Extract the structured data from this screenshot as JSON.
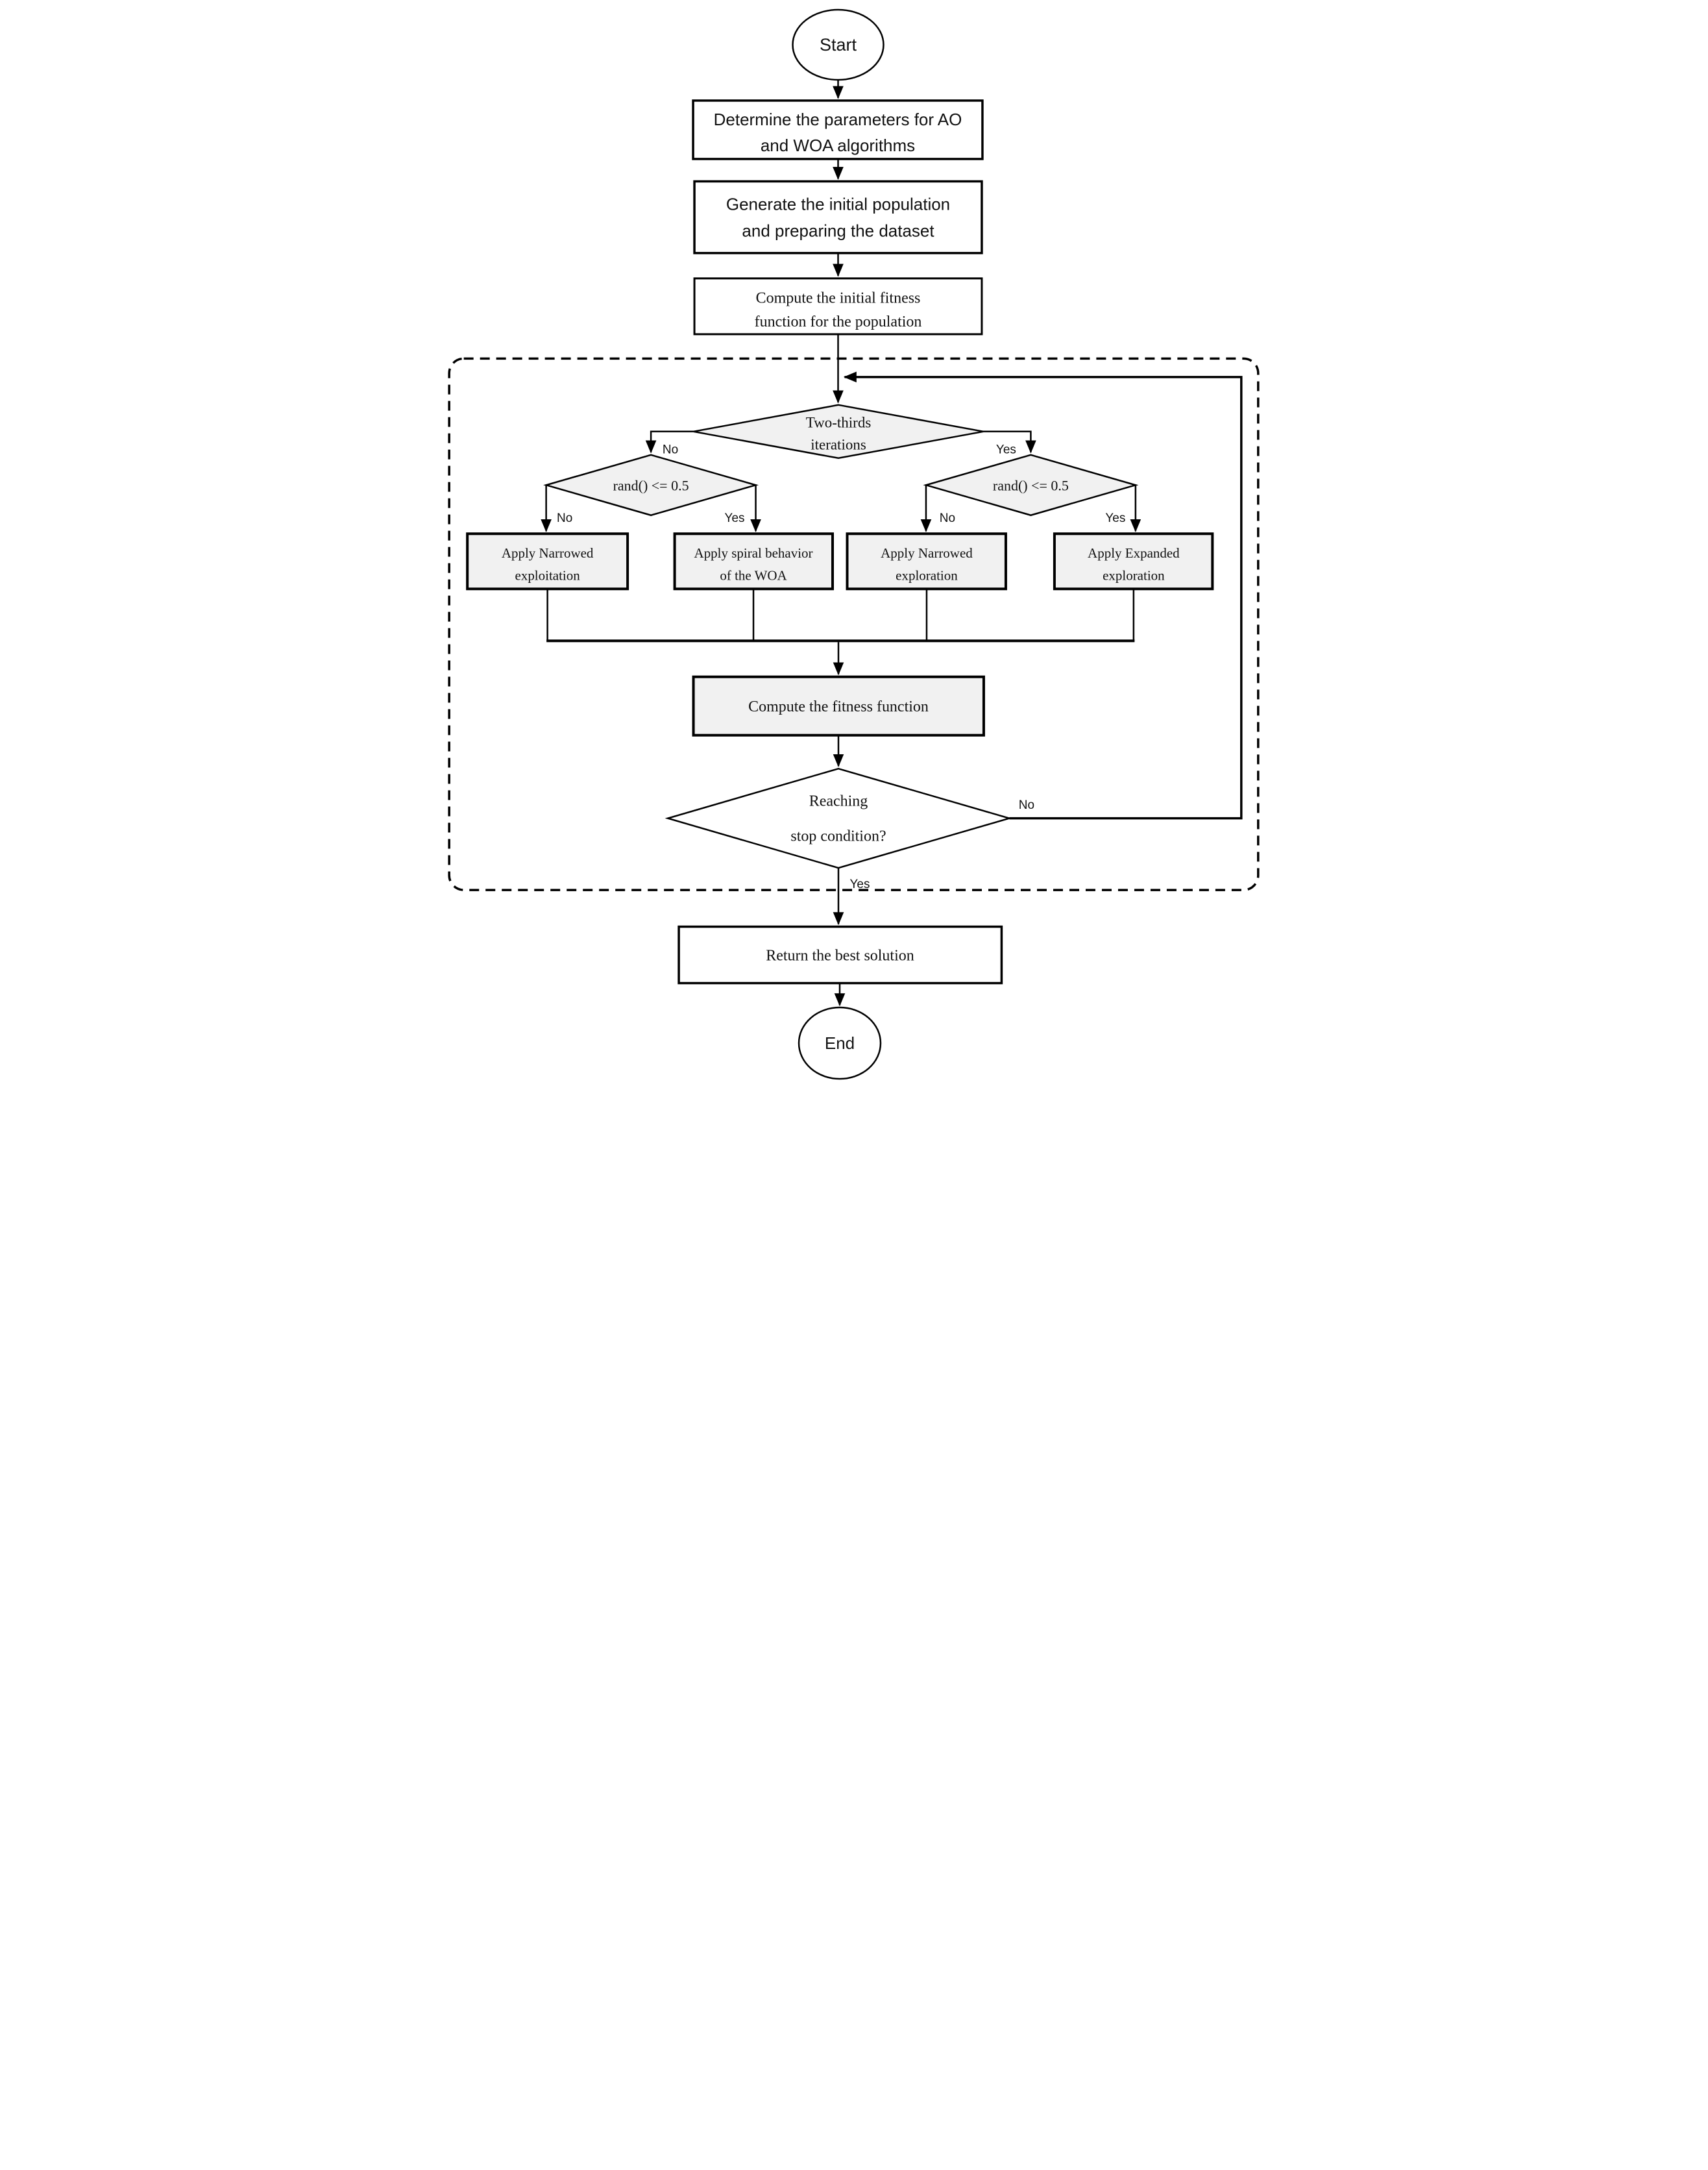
{
  "flowchart": {
    "description": "Flowchart of a hybrid AO and WOA optimization algorithm",
    "colors": {
      "node_fill": "#f1f1f1",
      "node_fill_white": "#ffffff",
      "stroke": "#000000",
      "background": "#ffffff"
    },
    "nodes": {
      "start": {
        "type": "terminator",
        "label": "Start"
      },
      "determine_params": {
        "type": "process",
        "line1": "Determine the parameters for AO",
        "line2": "and WOA algorithms"
      },
      "generate_population": {
        "type": "process",
        "line1": "Generate the initial population",
        "line2": "and preparing the dataset"
      },
      "compute_initial_fitness": {
        "type": "process",
        "line1": "Compute the initial fitness",
        "line2": "function for the population"
      },
      "two_thirds_iterations": {
        "type": "decision",
        "line1": "Two-thirds",
        "line2": "iterations"
      },
      "rand_left": {
        "type": "decision",
        "label": "rand() <= 0.5"
      },
      "rand_right": {
        "type": "decision",
        "label": "rand() <= 0.5"
      },
      "apply_narrowed_exploitation": {
        "type": "process",
        "line1": "Apply Narrowed",
        "line2": "exploitation"
      },
      "apply_spiral_behavior": {
        "type": "process",
        "line1": "Apply spiral behavior",
        "line2": "of the WOA"
      },
      "apply_narrowed_exploration": {
        "type": "process",
        "line1": "Apply Narrowed",
        "line2": "exploration"
      },
      "apply_expanded_exploration": {
        "type": "process",
        "line1": "Apply Expanded",
        "line2": "exploration"
      },
      "compute_fitness": {
        "type": "process",
        "label": "Compute the fitness function"
      },
      "stop_condition": {
        "type": "decision",
        "line1": "Reaching",
        "line2": "stop condition?"
      },
      "return_best": {
        "type": "process",
        "label": "Return the best solution"
      },
      "end": {
        "type": "terminator",
        "label": "End"
      }
    },
    "edge_labels": {
      "two_thirds_no": "No",
      "two_thirds_yes": "Yes",
      "rand_left_no": "No",
      "rand_left_yes": "Yes",
      "rand_right_no": "No",
      "rand_right_yes": "Yes",
      "stop_no": "No",
      "stop_yes": "Yes"
    }
  }
}
